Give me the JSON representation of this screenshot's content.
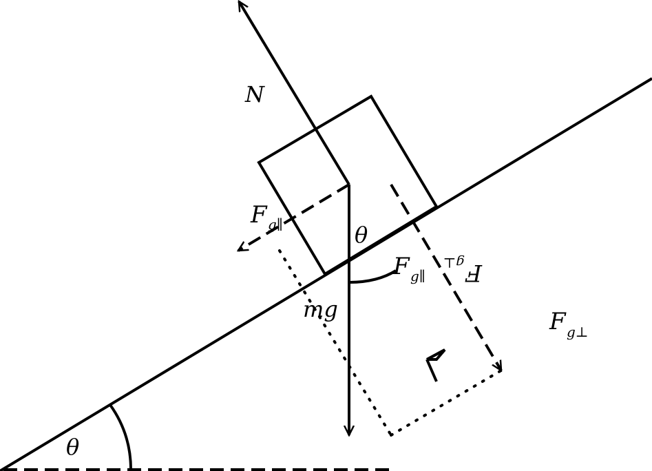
{
  "diagram": {
    "labels": {
      "normal_force": "N",
      "weight": "mg",
      "theta_bottom": "θ",
      "theta_mid": "θ",
      "fg_parallel_left": {
        "main": "F",
        "sub": "g∥"
      },
      "fg_parallel_right": {
        "main": "F",
        "sub": "g∥"
      },
      "fg_perp_mirrored": {
        "main": "F",
        "sub": "g⊥"
      },
      "fg_perp_right": {
        "main": "F",
        "sub": "g⊥"
      }
    }
  }
}
